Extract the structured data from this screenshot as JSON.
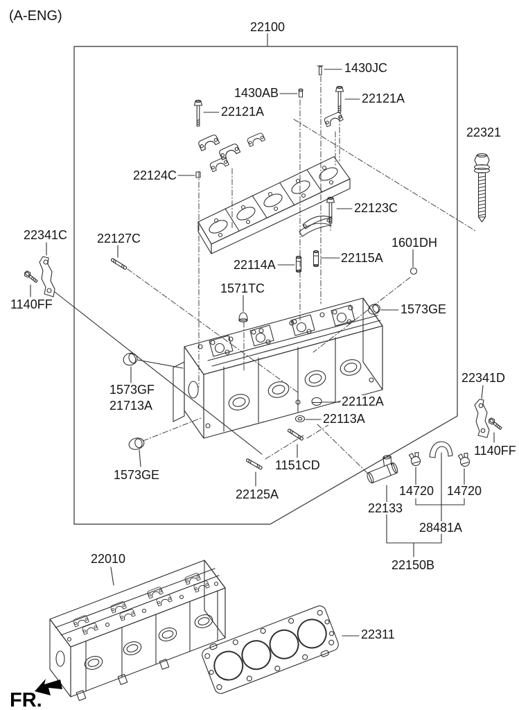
{
  "region_tag": "(A-ENG)",
  "direction": {
    "fr_label": "FR."
  },
  "assembly": {
    "box_part_no": "22100",
    "head_subassembly_part_no": "22010",
    "gasket_part_no": "22311",
    "water_pipe_assembly_part_no": "22150B"
  },
  "colors": {
    "line": "#2e2e2e",
    "text": "#141414",
    "background": "#ffffff",
    "arrow": "#000000"
  },
  "labels": {
    "a_eng": "(A-ENG)",
    "b22100": "22100",
    "b1430jc": "1430JC",
    "b1430ab": "1430AB",
    "b22121a_l": "22121A",
    "b22121a_r": "22121A",
    "b22321": "22321",
    "b22124c": "22124C",
    "b22123c": "22123C",
    "b22341c": "22341C",
    "b22127c": "22127C",
    "b1601dh": "1601DH",
    "b22114a": "22114A",
    "b22115a": "22115A",
    "b1140ff_l": "1140FF",
    "b1571tc": "1571TC",
    "b1573ge_r": "1573GE",
    "b1573gf": "1573GF",
    "b21713a": "21713A",
    "b22341d": "22341D",
    "b22112a": "22112A",
    "b22113a": "22113A",
    "b1140ff_r": "1140FF",
    "b1573ge_b": "1573GE",
    "b1151cd": "1151CD",
    "b22125a": "22125A",
    "b22133": "22133",
    "b14720_a": "14720",
    "b14720_b": "14720",
    "b28481a": "28481A",
    "b22150b": "22150B",
    "b22010": "22010",
    "b22311": "22311",
    "fr": "FR."
  }
}
